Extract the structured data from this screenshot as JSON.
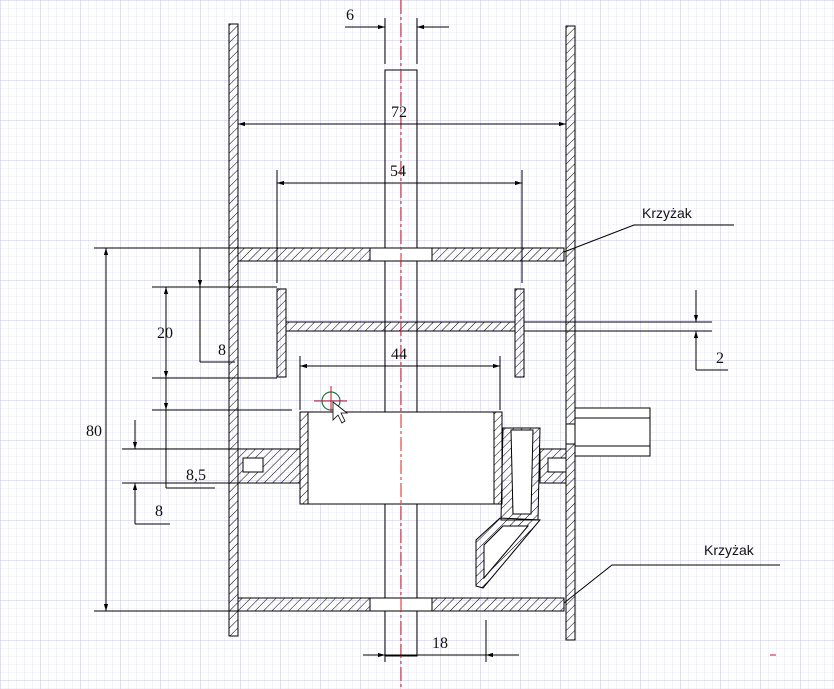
{
  "drawing": {
    "dimensions": {
      "d6": "6",
      "d72": "72",
      "d54": "54",
      "d44": "44",
      "d20": "20",
      "d8_upper": "8",
      "d2": "2",
      "d80": "80",
      "d8_5": "8,5",
      "d8_lower": "8",
      "d18": "18"
    },
    "labels": {
      "top_cross": "Krzyżak",
      "bottom_cross": "Krzyżak"
    },
    "colors": {
      "grid": "#c9c9e8",
      "ink": "#000000",
      "centerline": "#e02020",
      "cursor": "#c8102e"
    }
  }
}
